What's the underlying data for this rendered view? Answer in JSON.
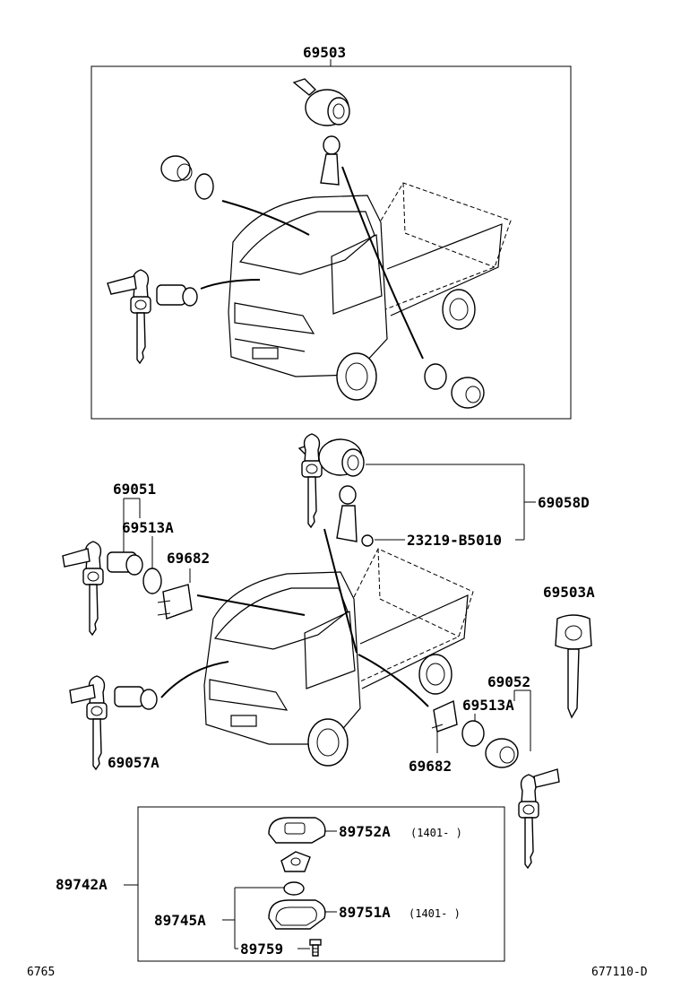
{
  "diagram": {
    "labels": {
      "top_assembly": "69503",
      "door_lock_set": "69051",
      "lock_cylinder_left": "69513A",
      "bracket_left": "69682",
      "ignition_set": "69058D",
      "bulb": "23219-B5010",
      "master_key": "69503A",
      "key_plate_left": "69057A",
      "door_lock_right": "69052",
      "lock_cylinder_right": "69513A",
      "bracket_right": "69682",
      "transmitter_assy": "89742A",
      "cover_top": "89752A",
      "cover_top_range": "(1401-     )",
      "case_set": "89745A",
      "cover_bottom": "89751A",
      "cover_bottom_range": "(1401-     )",
      "screw": "89759"
    },
    "footer": {
      "left_code": "6765",
      "right_code": "677110-D"
    }
  }
}
